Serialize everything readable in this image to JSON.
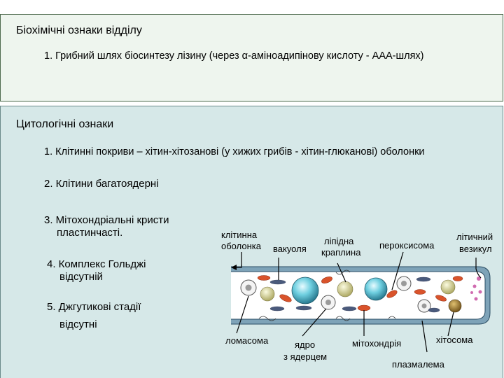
{
  "biochem": {
    "title": "Біохімічні ознаки відділу",
    "item1": "1. Грибний шлях біосинтезу лізину (через α-аміноадипінову кислоту - ААА-шлях)"
  },
  "cyto": {
    "title": "Цитологічні ознаки",
    "item1": "1. Клітинні покриви – хітин-хітозанові (у хижих грибів - хітин-глюканові) оболонки",
    "item2": "2. Клітини багатоядерні",
    "item3_line1": "3. Мітохондріальні кристи",
    "item3_line2": "пластинчасті.",
    "item4_line1": "4. Комплекс Гольджі",
    "item4_line2": "відсутній",
    "item5_line1": "5. Джгутикові стадії",
    "item5_line2": "відсутні"
  },
  "diagram": {
    "cell_wall_1": "клітинна",
    "cell_wall_2": "оболонка",
    "vacuole": "вакуоля",
    "lipid_1": "ліпідна",
    "lipid_2": "краплина",
    "peroxisome": "пероксисома",
    "vesicle_1": "літичний",
    "vesicle_2": "везикул",
    "lomasome": "ломасома",
    "nucleus_1": "ядро",
    "nucleus_2": "з ядерцем",
    "mitochondrion": "мітохондрія",
    "chitosome": "хітосома",
    "plasmalemma": "плазмалема"
  }
}
